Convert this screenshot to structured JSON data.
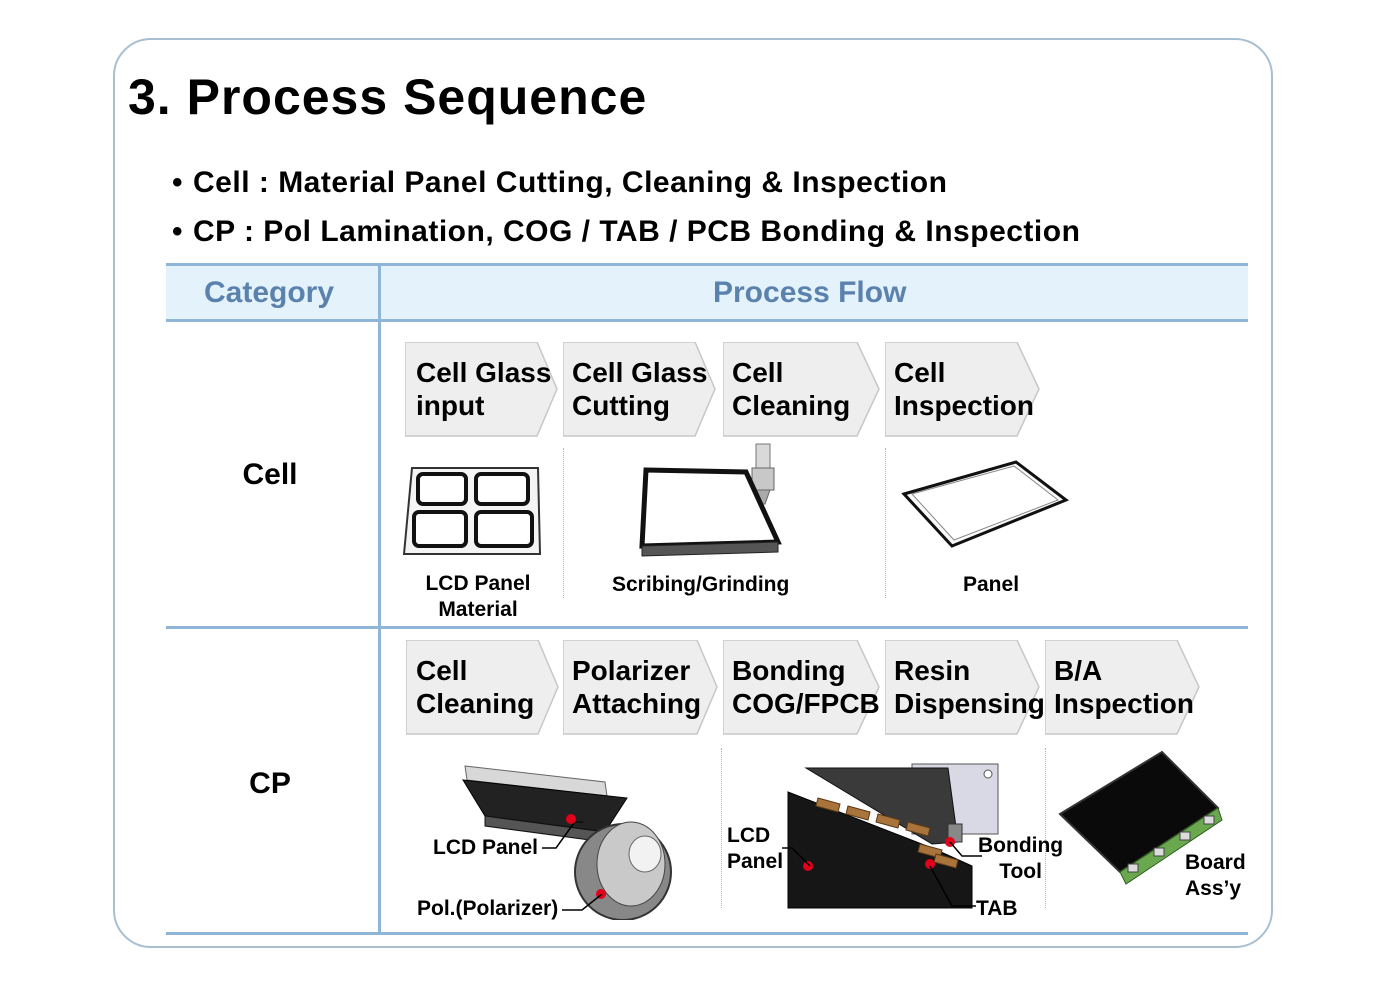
{
  "title": "3. Process Sequence",
  "bullets": [
    "Cell : Material Panel Cutting, Cleaning & Inspection",
    "CP : Pol Lamination, COG / TAB / PCB Bonding & Inspection"
  ],
  "table": {
    "header_category": "Category",
    "header_flow": "Process Flow",
    "cell_label": "Cell",
    "cp_label": "CP"
  },
  "cell_steps": [
    {
      "line1": "Cell Glass",
      "line2": "input"
    },
    {
      "line1": "Cell Glass",
      "line2": "Cutting"
    },
    {
      "line1": "Cell",
      "line2": "Cleaning"
    },
    {
      "line1": "Cell",
      "line2": "Inspection"
    }
  ],
  "cell_captions": {
    "material_line1": "LCD Panel",
    "material_line2": "Material",
    "scribing": "Scribing/Grinding",
    "panel": "Panel"
  },
  "cp_steps": [
    {
      "line1": "Cell",
      "line2": "Cleaning"
    },
    {
      "line1": "Polarizer",
      "line2": "Attaching"
    },
    {
      "line1": "Bonding",
      "line2": "COG/FPCB"
    },
    {
      "line1": "Resin",
      "line2": "Dispensing"
    },
    {
      "line1": "B/A",
      "line2": "Inspection"
    }
  ],
  "cp_captions": {
    "lcd_panel": "LCD Panel",
    "polarizer": "Pol.(Polarizer)",
    "lcd_panel2_line1": "LCD",
    "lcd_panel2_line2": "Panel",
    "bonding_tool_line1": "Bonding",
    "bonding_tool_line2": "Tool",
    "tab": "TAB",
    "board_line1": "Board",
    "board_line2": "Ass’y"
  },
  "colors": {
    "border": "#a8bfd2",
    "rule": "#8fb6d6",
    "header_bg": "#e3f2fb",
    "header_text": "#5a82ad",
    "step_fill": "#eeeeee",
    "pointer": "#e2001a",
    "pcb_green": "#6aa84f"
  }
}
